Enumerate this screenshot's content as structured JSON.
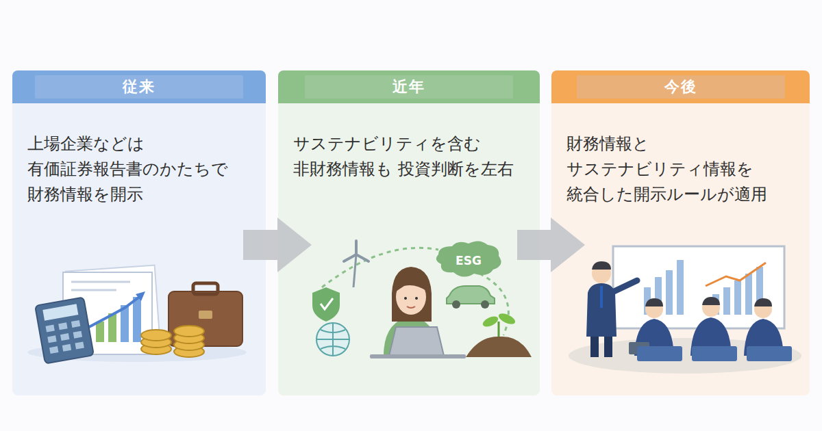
{
  "diagram": {
    "nodes": [
      {
        "text": [
          "従来",
          "上場企業などは 有価証券報告書のかたちで 財務情報を開示"
        ]
      },
      {
        "text": [
          "近年",
          "サステナビリティを含む 非財務情報も 投資判断を左右"
        ]
      },
      {
        "text": [
          "今後",
          "財務情報と サステナビリティ情報を 統合した開示ルールが適用"
        ]
      }
    ],
    "edges": [
      {
        "from": 0,
        "to": 1,
        "arrow": "to"
      },
      {
        "from": 1,
        "to": 2,
        "arrow": "to"
      }
    ],
    "labels": [
      "ESG"
    ]
  }
}
